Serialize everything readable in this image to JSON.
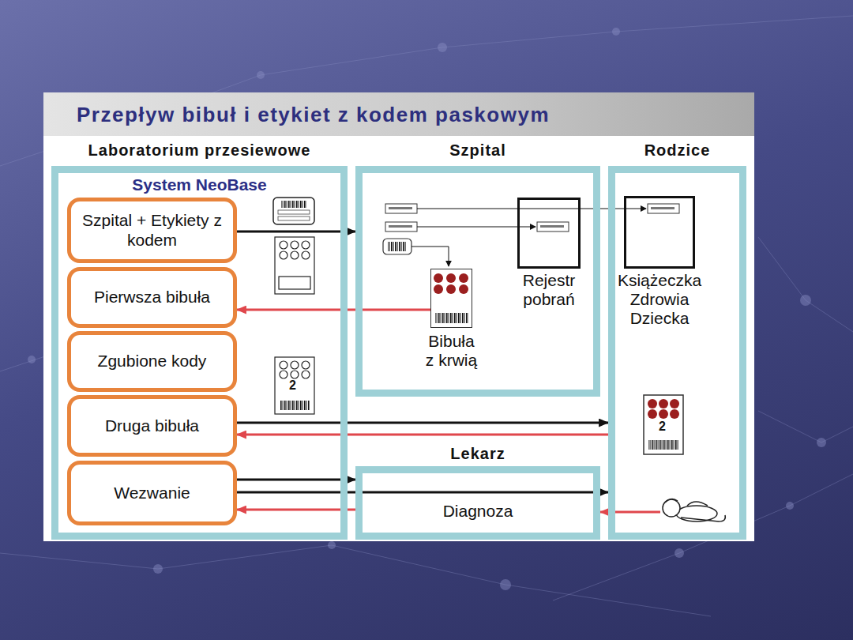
{
  "diagram": {
    "title": "Przepływ bibuł i etykiet z kodem paskowym",
    "nodes": [
      {
        "text": [
          "Laboratorium przesiewowe",
          "System NeoBase"
        ]
      },
      {
        "text": [
          "Szpital + Etykiety z kodem"
        ],
        "in": 0
      },
      {
        "text": [
          "Pierwsza bibuła"
        ],
        "in": 0
      },
      {
        "text": [
          "Zgubione kody"
        ],
        "in": 0
      },
      {
        "text": [
          "Druga bibuła"
        ],
        "in": 0
      },
      {
        "text": [
          "Wezwanie"
        ],
        "in": 0
      },
      {
        "text": [
          "Szpital"
        ]
      },
      {
        "text": [
          "Bibuła z krwią"
        ],
        "in": 6
      },
      {
        "text": [
          "Rejestr pobrań"
        ],
        "in": 6
      },
      {
        "text": [
          "Rodzice"
        ]
      },
      {
        "text": [
          "Książeczka Zdrowia Dziecka"
        ],
        "in": 9
      },
      {
        "text": [
          "Lekarz",
          "Diagnoza"
        ]
      }
    ],
    "edges": [
      {
        "from": 1,
        "to": 6,
        "arrow": "to"
      },
      {
        "from": 7,
        "to": 2,
        "arrow": "to"
      },
      {
        "from": 4,
        "to": 9,
        "arrow": "to"
      },
      {
        "from": 9,
        "to": 4,
        "arrow": "to"
      },
      {
        "from": 5,
        "to": 11,
        "arrow": "to"
      },
      {
        "from": 5,
        "to": 9,
        "arrow": "to"
      },
      {
        "from": 11,
        "to": 5,
        "arrow": "to"
      },
      {
        "from": 9,
        "to": 11,
        "arrow": "to"
      }
    ],
    "labels": [
      "2",
      "2"
    ]
  }
}
